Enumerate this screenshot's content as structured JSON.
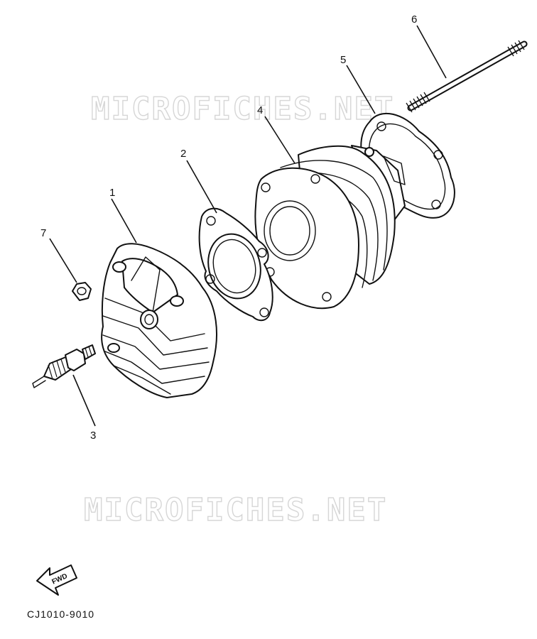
{
  "diagram": {
    "watermark_top": "MICROFICHES.NET",
    "watermark_bottom": "MICROFICHES.NET",
    "diagram_code": "CJ1010-9010",
    "fwd_label": "FWD",
    "callouts": [
      {
        "id": "1",
        "label": "1"
      },
      {
        "id": "2",
        "label": "2"
      },
      {
        "id": "3",
        "label": "3"
      },
      {
        "id": "4",
        "label": "4"
      },
      {
        "id": "5",
        "label": "5"
      },
      {
        "id": "6",
        "label": "6"
      },
      {
        "id": "7",
        "label": "7"
      }
    ]
  }
}
